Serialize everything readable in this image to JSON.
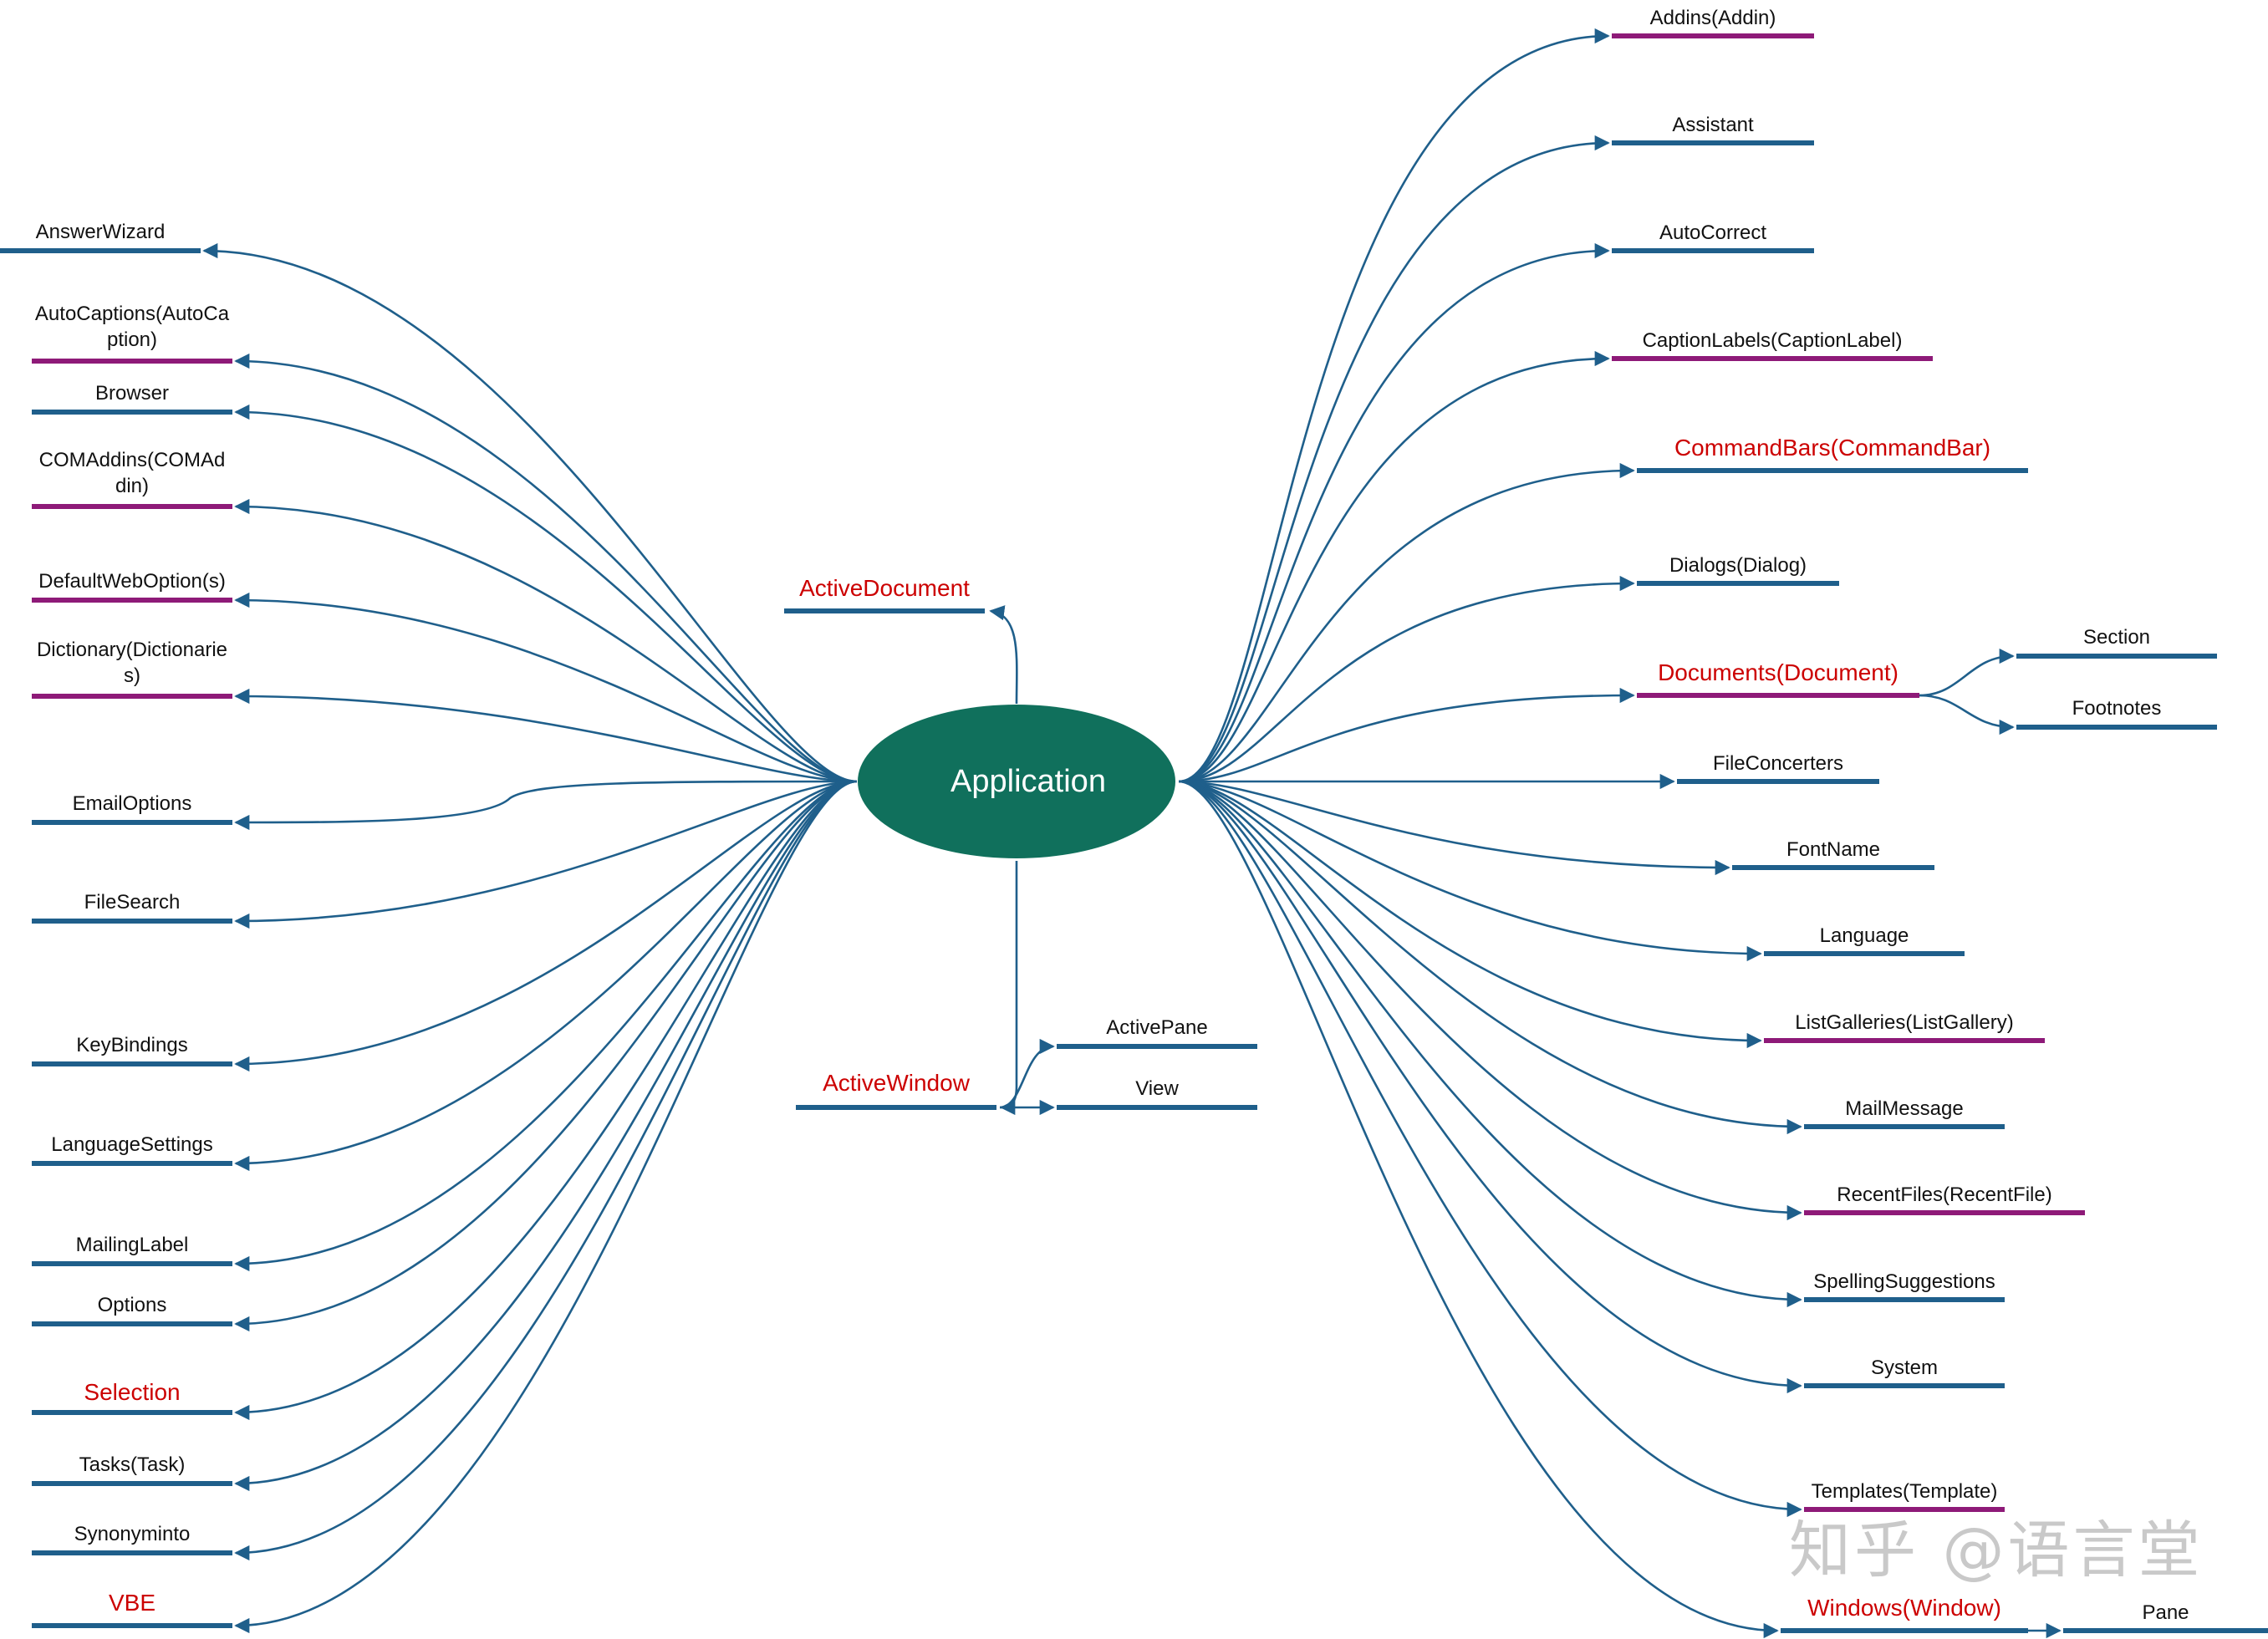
{
  "center": {
    "label": "Application"
  },
  "colors": {
    "connector": "#1f5f8b",
    "underline_default": "#1f5f8b",
    "underline_collection": "#8e1a78",
    "center_fill": "#10705c",
    "emphasis_text": "#cc0000"
  },
  "left_nodes": [
    {
      "label": "AnswerWizard",
      "kind": "object",
      "emphasis": false
    },
    {
      "label": "AutoCaptions(AutoCaption)",
      "kind": "collection",
      "emphasis": false
    },
    {
      "label": "Browser",
      "kind": "object",
      "emphasis": false
    },
    {
      "label": "COMAddins(COMAddin)",
      "kind": "collection",
      "emphasis": false
    },
    {
      "label": "DefaultWebOption(s)",
      "kind": "collection",
      "emphasis": false
    },
    {
      "label": "Dictionary(Dictionaries)",
      "kind": "collection",
      "emphasis": false
    },
    {
      "label": "EmailOptions",
      "kind": "object",
      "emphasis": false
    },
    {
      "label": "FileSearch",
      "kind": "object",
      "emphasis": false
    },
    {
      "label": "KeyBindings",
      "kind": "object",
      "emphasis": false
    },
    {
      "label": "LanguageSettings",
      "kind": "object",
      "emphasis": false
    },
    {
      "label": "MailingLabel",
      "kind": "object",
      "emphasis": false
    },
    {
      "label": "Options",
      "kind": "object",
      "emphasis": false
    },
    {
      "label": "Selection",
      "kind": "object",
      "emphasis": true
    },
    {
      "label": "Tasks(Task)",
      "kind": "object",
      "emphasis": false
    },
    {
      "label": "Synonyminto",
      "kind": "object",
      "emphasis": false
    },
    {
      "label": "VBE",
      "kind": "object",
      "emphasis": true
    }
  ],
  "right_nodes": [
    {
      "label": "Addins(Addin)",
      "kind": "collection",
      "emphasis": false
    },
    {
      "label": "Assistant",
      "kind": "object",
      "emphasis": false
    },
    {
      "label": "AutoCorrect",
      "kind": "object",
      "emphasis": false
    },
    {
      "label": "CaptionLabels(CaptionLabel)",
      "kind": "collection",
      "emphasis": false
    },
    {
      "label": "CommandBars(CommandBar)",
      "kind": "object",
      "emphasis": true
    },
    {
      "label": "Dialogs(Dialog)",
      "kind": "object",
      "emphasis": false
    },
    {
      "label": "Documents(Document)",
      "kind": "collection",
      "emphasis": true,
      "children": [
        {
          "label": "Section",
          "kind": "object"
        },
        {
          "label": "Footnotes",
          "kind": "object"
        }
      ]
    },
    {
      "label": "FileConcerters",
      "kind": "object",
      "emphasis": false
    },
    {
      "label": "FontName",
      "kind": "object",
      "emphasis": false
    },
    {
      "label": "Language",
      "kind": "object",
      "emphasis": false
    },
    {
      "label": "ListGalleries(ListGallery)",
      "kind": "collection",
      "emphasis": false
    },
    {
      "label": "MailMessage",
      "kind": "object",
      "emphasis": false
    },
    {
      "label": "RecentFiles(RecentFile)",
      "kind": "collection",
      "emphasis": false
    },
    {
      "label": "SpellingSuggestions",
      "kind": "object",
      "emphasis": false
    },
    {
      "label": "System",
      "kind": "object",
      "emphasis": false
    },
    {
      "label": "Templates(Template)",
      "kind": "collection",
      "emphasis": false
    },
    {
      "label": "Windows(Window)",
      "kind": "object",
      "emphasis": true,
      "children": [
        {
          "label": "Pane",
          "kind": "object"
        }
      ]
    }
  ],
  "top_node": {
    "label": "ActiveDocument",
    "emphasis": true
  },
  "bottom_node": {
    "label": "ActiveWindow",
    "emphasis": true,
    "children": [
      {
        "label": "ActivePane",
        "kind": "object"
      },
      {
        "label": "View",
        "kind": "object"
      }
    ]
  },
  "watermark": "知乎 @语言堂"
}
